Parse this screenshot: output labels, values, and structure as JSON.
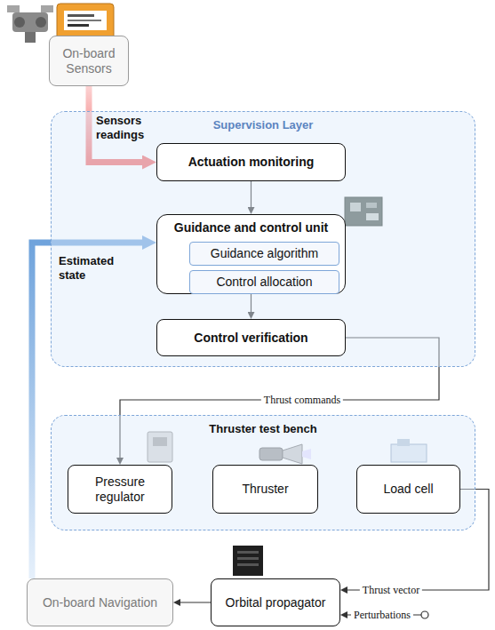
{
  "diagram": {
    "nodes": [
      {
        "text": [
          "On-board Sensors"
        ]
      },
      {
        "text": [
          "Supervision Layer"
        ]
      },
      {
        "text": [
          "Actuation monitoring"
        ],
        "in": 1
      },
      {
        "text": [
          "Guidance and control unit"
        ],
        "in": 1
      },
      {
        "text": [
          "Guidance algorithm"
        ],
        "in": 3
      },
      {
        "text": [
          "Control allocation"
        ],
        "in": 3
      },
      {
        "text": [
          "Control verification"
        ],
        "in": 1
      },
      {
        "text": [
          "Thruster test bench"
        ]
      },
      {
        "text": [
          "Pressure regulator"
        ],
        "in": 7
      },
      {
        "text": [
          "Thruster"
        ],
        "in": 7
      },
      {
        "text": [
          "Load cell"
        ],
        "in": 7
      },
      {
        "text": [
          "On-board Navigation"
        ]
      },
      {
        "text": [
          "Orbital propagator"
        ]
      }
    ],
    "edges": [
      {
        "from": 0,
        "to": 2,
        "label": "Sensors readings",
        "arrow": "to"
      },
      {
        "from": 2,
        "to": 3,
        "arrow": "to"
      },
      {
        "from": 3,
        "to": 6,
        "arrow": "to"
      },
      {
        "from": 6,
        "to": 8,
        "label": "Thrust commands",
        "arrow": "to"
      },
      {
        "from": 10,
        "to": 12,
        "label": "Thrust vector",
        "arrow": "to"
      },
      {
        "from": 12,
        "to": 11,
        "arrow": "to"
      },
      {
        "from": 11,
        "to": 3,
        "label": "Estimated state",
        "arrow": "to"
      }
    ],
    "labels": [
      "Perturbations"
    ]
  }
}
